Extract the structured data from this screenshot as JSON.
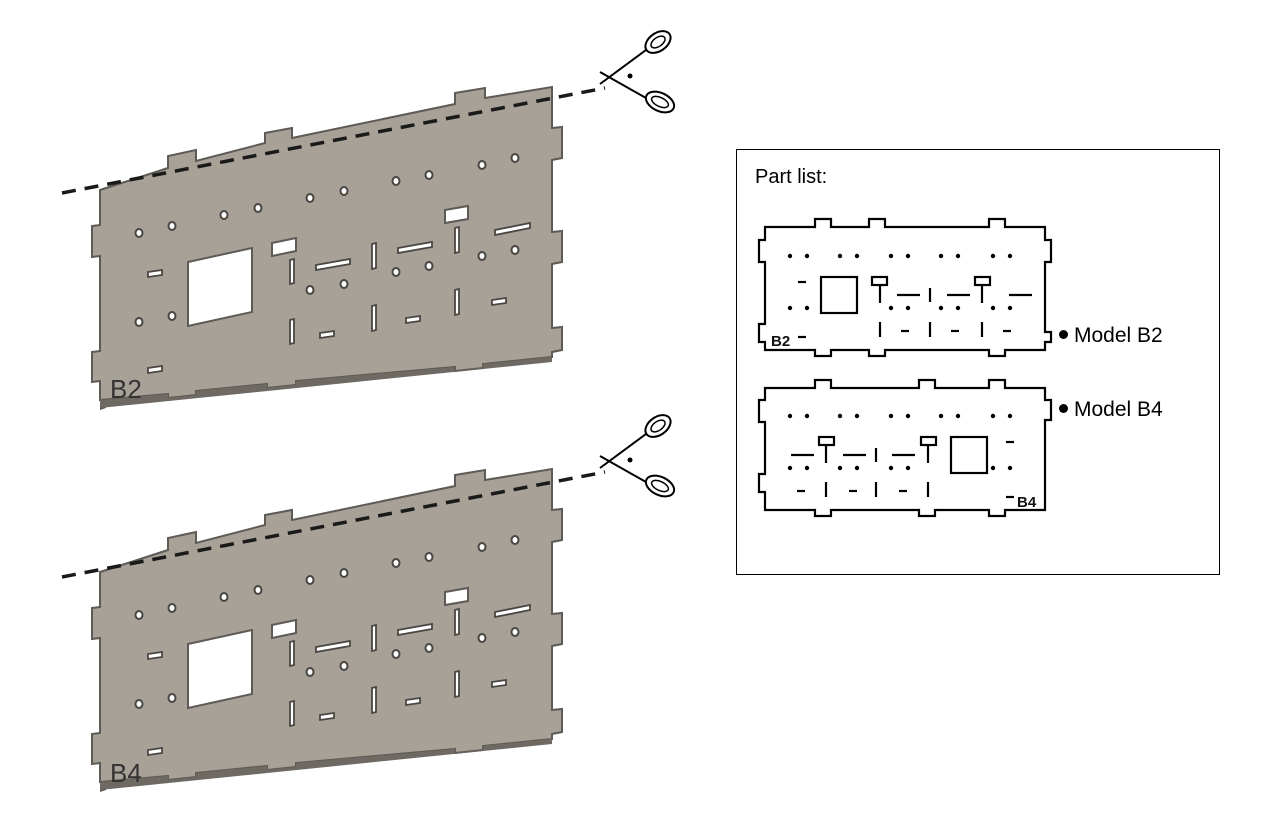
{
  "panels": [
    {
      "label": "B2"
    },
    {
      "label": "B4"
    }
  ],
  "part_list": {
    "title": "Part list:",
    "models": [
      {
        "label": "Model B2",
        "part_label": "B2"
      },
      {
        "label": "Model B4",
        "part_label": "B4"
      }
    ]
  },
  "colors": {
    "panel_fill": "#a8a198",
    "panel_edge": "#5e5a55",
    "cut_line": "#1a1a1a"
  },
  "icons": [
    "scissors-icon",
    "cut-line"
  ]
}
